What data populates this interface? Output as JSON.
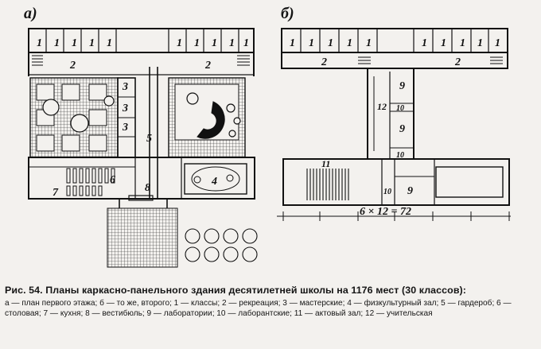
{
  "plans": {
    "a": {
      "letter": "а)",
      "labels": {
        "classroom": "1",
        "recreation": "2",
        "workshop": "3",
        "gym": "4",
        "cloakroom": "5",
        "canteen": "6",
        "kitchen": "7",
        "vestibule": "8"
      }
    },
    "b": {
      "letter": "б)",
      "labels": {
        "classroom": "1",
        "recreation": "2",
        "lab": "9",
        "prep": "10",
        "hall": "11",
        "staff": "12"
      },
      "dimension": "6 × 12 = 72"
    }
  },
  "caption": {
    "title": "Рис. 54. Планы каркасно-панельного здания десятилетней школы на 1176 мест (30 классов):",
    "legend": "а — план первого этажа; б — то же, второго; 1 — классы; 2 — рекреация; 3 — мастерские; 4 — физкультурный зал; 5 — гардероб; 6 — столовая; 7 — кухня; 8 — вестибюль; 9 — лаборатории; 10 — лаборантские; 11 — актовый зал; 12 — учительская"
  }
}
